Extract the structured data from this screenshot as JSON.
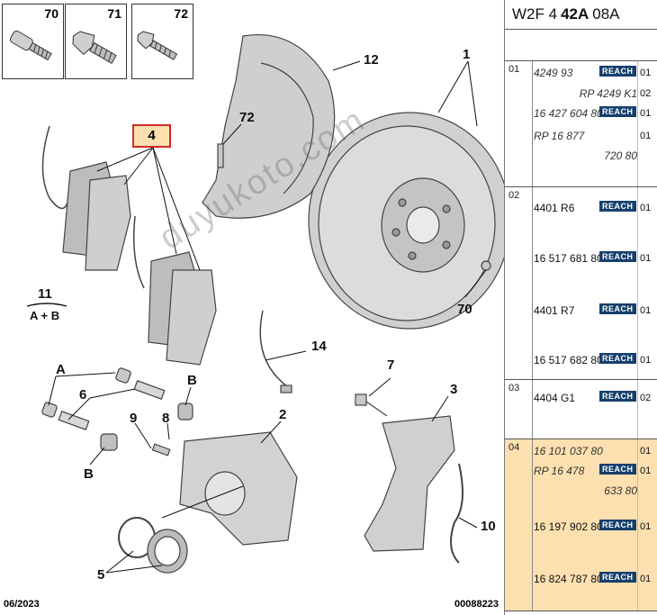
{
  "diagram": {
    "thumbnails": [
      "70",
      "71",
      "72"
    ],
    "callouts": {
      "c1": "1",
      "c12": "12",
      "c72": "72",
      "c4": "4",
      "c11": "11",
      "c11ab": "A + B",
      "c70": "70",
      "c14": "14",
      "c7": "7",
      "c3": "3",
      "cA": "A",
      "c6": "6",
      "cB1": "B",
      "c9": "9",
      "c8": "8",
      "c2": "2",
      "cB2": "B",
      "c10": "10",
      "c5": "5"
    },
    "footer_date": "06/2023",
    "footer_code": "00088223",
    "watermark": "duyukoto.com"
  },
  "panel": {
    "header": {
      "pre": "W2F 4",
      "bold": "42A",
      "post": "08A"
    },
    "groups": [
      {
        "num": "01",
        "rows": [
          {
            "text": "4249 93",
            "italic": true,
            "align": "left",
            "reach": true,
            "qty": "01"
          },
          {
            "text": "RP 4249 K1",
            "italic": true,
            "align": "right",
            "reach": false,
            "qty": "02"
          },
          {
            "text": "16 427 604 80",
            "italic": true,
            "align": "left",
            "reach": true,
            "qty": "01"
          },
          {
            "text": "RP 16 877",
            "italic": true,
            "align": "left",
            "reach": false,
            "qty": "01"
          },
          {
            "text": "720 80",
            "italic": true,
            "align": "right",
            "reach": false,
            "qty": ""
          }
        ]
      },
      {
        "num": "02",
        "rows": [
          {
            "text": "4401 R6",
            "italic": false,
            "align": "left",
            "reach": true,
            "qty": "01"
          },
          {
            "text": "16 517 681 80",
            "italic": false,
            "align": "left",
            "reach": true,
            "qty": "01"
          },
          {
            "text": "4401 R7",
            "italic": false,
            "align": "left",
            "reach": true,
            "qty": "01"
          },
          {
            "text": "16 517 682 80",
            "italic": false,
            "align": "left",
            "reach": true,
            "qty": "01"
          }
        ]
      },
      {
        "num": "03",
        "rows": [
          {
            "text": "4404 G1",
            "italic": false,
            "align": "left",
            "reach": true,
            "qty": "02"
          }
        ]
      },
      {
        "num": "04",
        "highlight": true,
        "rows": [
          {
            "text": "16 101 037 80",
            "italic": true,
            "align": "left",
            "reach": false,
            "qty": "01"
          },
          {
            "text": "RP 16 478",
            "italic": true,
            "align": "left",
            "reach": true,
            "qty": "01"
          },
          {
            "text": "633 80",
            "italic": true,
            "align": "right",
            "reach": false,
            "qty": ""
          },
          {
            "text": "16 197 902 80",
            "italic": false,
            "align": "left",
            "reach": true,
            "qty": "01"
          },
          {
            "text": "16 824 787 80",
            "italic": false,
            "align": "left",
            "reach": true,
            "qty": "01"
          }
        ]
      }
    ],
    "reach_label": "REACH"
  }
}
